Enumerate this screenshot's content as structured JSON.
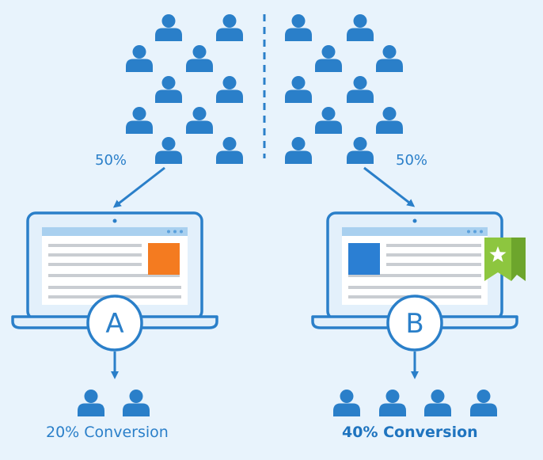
{
  "variants": [
    {
      "id": "A",
      "split_label": "50%",
      "conversion_label": "20% Conversion",
      "conversion_rate": 20,
      "converted_people": 2,
      "content_block_color": "#f47b20",
      "badge": false
    },
    {
      "id": "B",
      "split_label": "50%",
      "conversion_label": "40% Conversion",
      "conversion_rate": 40,
      "converted_people": 4,
      "content_block_color": "#2b7fd3",
      "badge": true,
      "badge_icon": "star-icon",
      "badge_color": "#8dc63f"
    }
  ],
  "colors": {
    "background": "#e8f3fc",
    "primary": "#2a7fc9",
    "screen": "#ffffff",
    "lines": "#c9cdd2"
  },
  "icons": {
    "person": "person-icon",
    "laptop": "laptop-icon",
    "badge": "bookmark-icon"
  }
}
